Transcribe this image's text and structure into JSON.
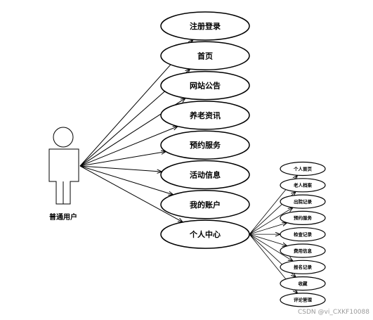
{
  "actor": {
    "label": "普通用户"
  },
  "use_cases": [
    "注册登录",
    "首页",
    "网站公告",
    "养老资讯",
    "预约服务",
    "活动信息",
    "我的账户",
    "个人中心"
  ],
  "sub_cases": [
    "个人首页",
    "老人档案",
    "出院记录",
    "预约服务",
    "检查记录",
    "费用信息",
    "报名记录",
    "收藏",
    "评论管理"
  ],
  "watermark": "CSDN @vi_CXKF10088"
}
